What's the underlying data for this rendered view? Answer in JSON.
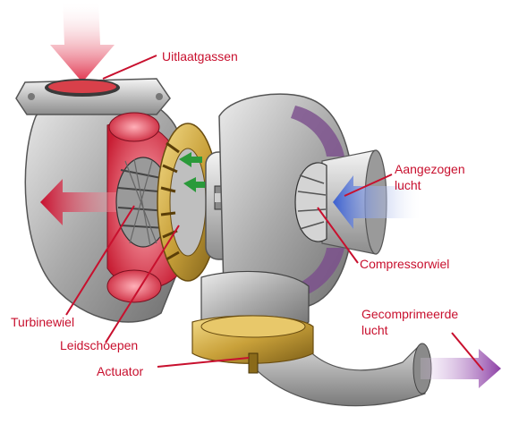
{
  "labels": {
    "exhaust": "Uitlaatgassen",
    "intake_line1": "Aangezogen",
    "intake_line2": "lucht",
    "compressor_wheel": "Compressorwiel",
    "compressed_line1": "Gecomprimeerde",
    "compressed_line2": "lucht",
    "turbine_wheel": "Turbinewiel",
    "guide_vanes": "Leidschoepen",
    "actuator": "Actuator"
  },
  "colors": {
    "label_text": "#c8102e",
    "leader_line": "#c8102e",
    "exhaust_arrow": "#e0304a",
    "intake_arrow": "#3a5fd0",
    "compressed_arrow": "#9c4fb0",
    "housing_metal": "#b8b8b8",
    "hot_section": "#d8404a",
    "actuator_gold": "#c9a13a",
    "flow_arrow_green": "#2a9a3a"
  }
}
